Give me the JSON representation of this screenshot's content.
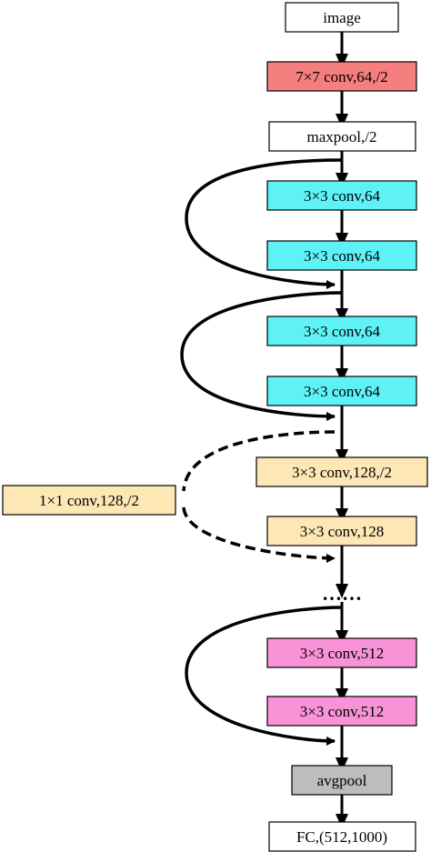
{
  "colors": {
    "white": "#ffffff",
    "red": "#f57e7e",
    "cyan": "#5ef2f7",
    "beige": "#fce7b5",
    "pink": "#f893d7",
    "gray": "#bdbdbd",
    "stroke": "#000000"
  },
  "nodes": {
    "image": {
      "label": "image",
      "color": "white"
    },
    "conv7": {
      "label": "7×7 conv,64,/2",
      "color": "red"
    },
    "maxpool": {
      "label": "maxpool,/2",
      "color": "white"
    },
    "conv64_1": {
      "label": "3×3 conv,64",
      "color": "cyan"
    },
    "conv64_2": {
      "label": "3×3 conv,64",
      "color": "cyan"
    },
    "conv64_3": {
      "label": "3×3 conv,64",
      "color": "cyan"
    },
    "conv64_4": {
      "label": "3×3 conv,64",
      "color": "cyan"
    },
    "conv128_1": {
      "label": "3×3 conv,128,/2",
      "color": "beige"
    },
    "shortcut1x1": {
      "label": "1×1 conv,128,/2",
      "color": "beige"
    },
    "conv128_2": {
      "label": "3×3 conv,128",
      "color": "beige"
    },
    "conv512_1": {
      "label": "3×3 conv,512",
      "color": "pink"
    },
    "conv512_2": {
      "label": "3×3 conv,512",
      "color": "pink"
    },
    "avgpool": {
      "label": "avgpool",
      "color": "gray"
    },
    "fc": {
      "label": "FC,(512,1000)",
      "color": "white"
    }
  },
  "ellipsis": "……"
}
